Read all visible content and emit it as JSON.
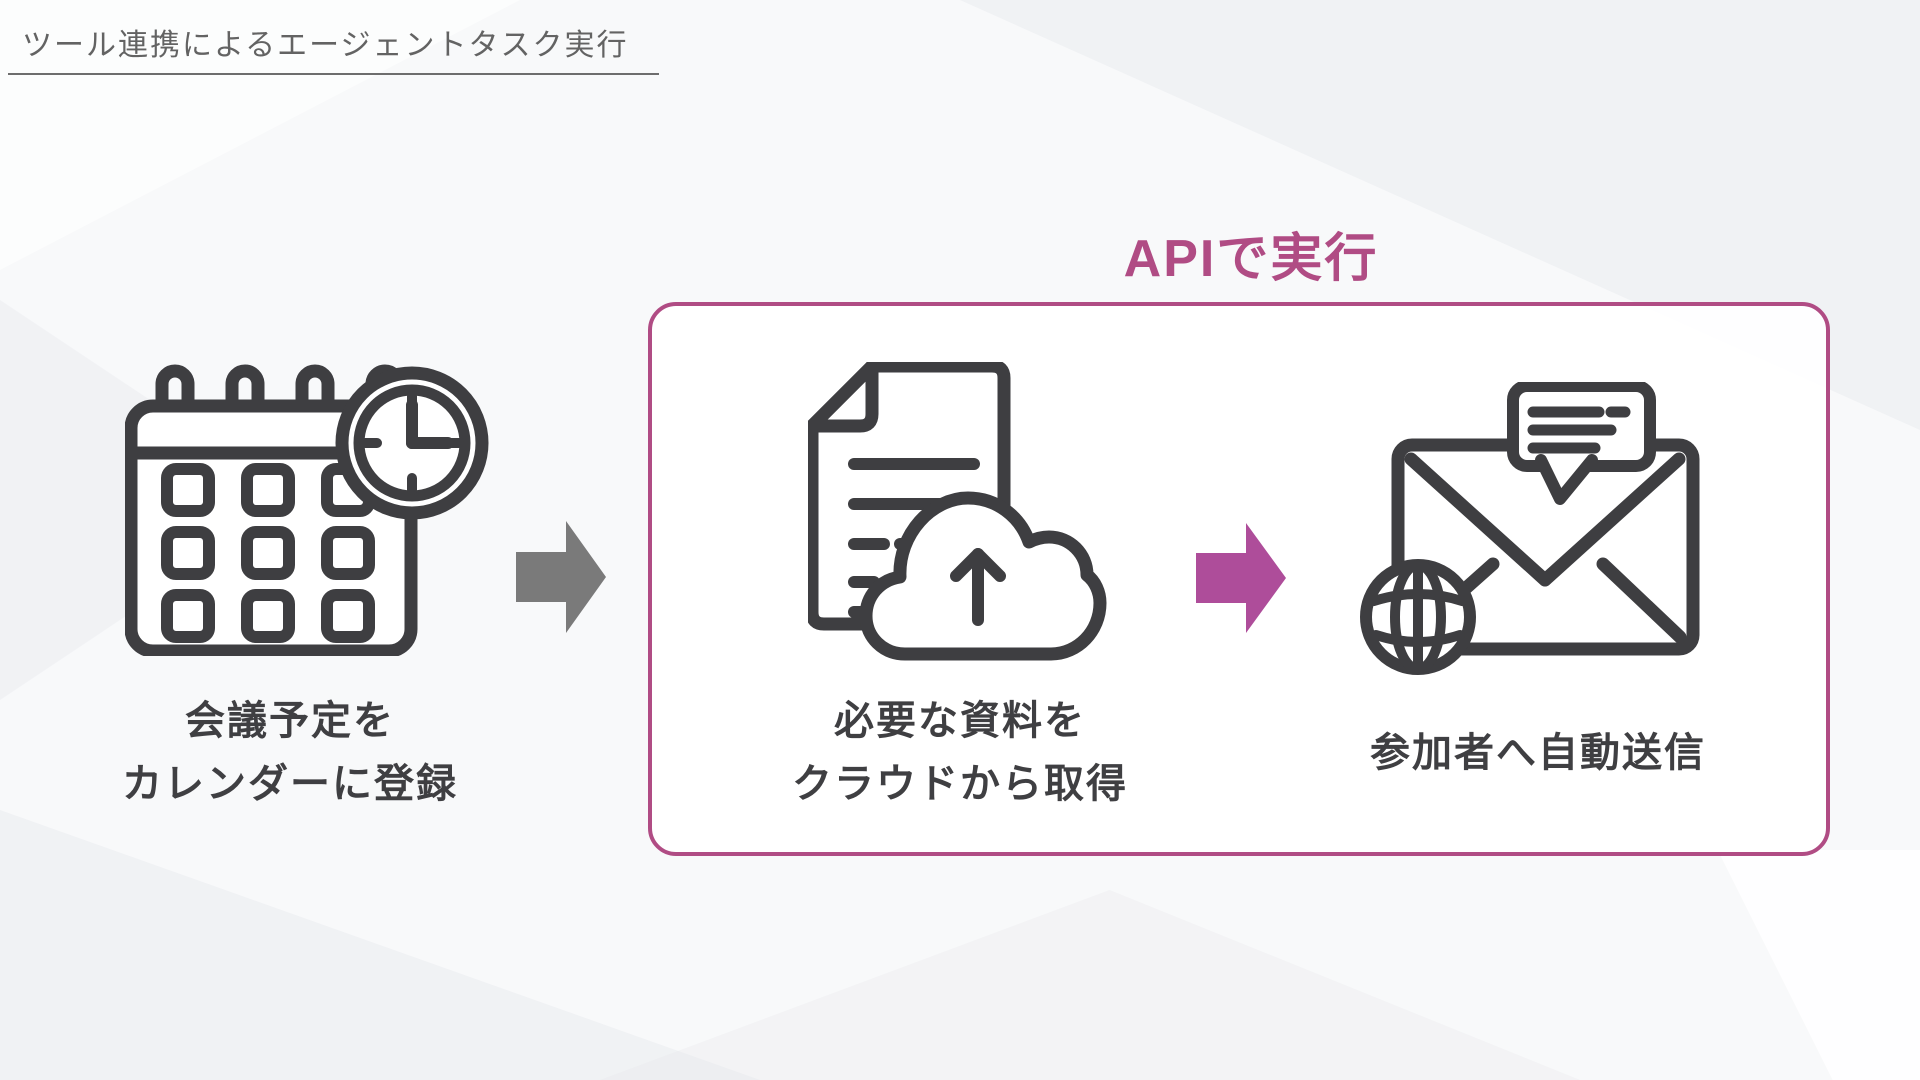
{
  "page": {
    "title": "ツール連携によるエージェントタスク実行"
  },
  "api_box": {
    "label": "APIで実行"
  },
  "steps": [
    {
      "name": "register-calendar",
      "icon": "calendar-clock-icon",
      "caption_lines": [
        "会議予定を",
        "カレンダーに登録"
      ]
    },
    {
      "name": "fetch-from-cloud",
      "icon": "document-cloud-upload-icon",
      "caption_lines": [
        "必要な資料を",
        "クラウドから取得"
      ]
    },
    {
      "name": "auto-send-to-participants",
      "icon": "email-globe-icon",
      "caption_lines": [
        "参加者へ自動送信"
      ]
    }
  ],
  "arrows": [
    {
      "name": "arrow-step1-step2",
      "color": "#7a7a7a"
    },
    {
      "name": "arrow-step2-step3",
      "color": "#ae4d9a"
    }
  ],
  "colors": {
    "accent_pink": "#b04c84",
    "arrow_pink": "#ae4d9a",
    "arrow_gray": "#7a7a7a",
    "icon_stroke": "#3e3e41",
    "title_gray": "#636363",
    "caption_dark": "#3f3f42",
    "background": "#f8f9fa"
  }
}
